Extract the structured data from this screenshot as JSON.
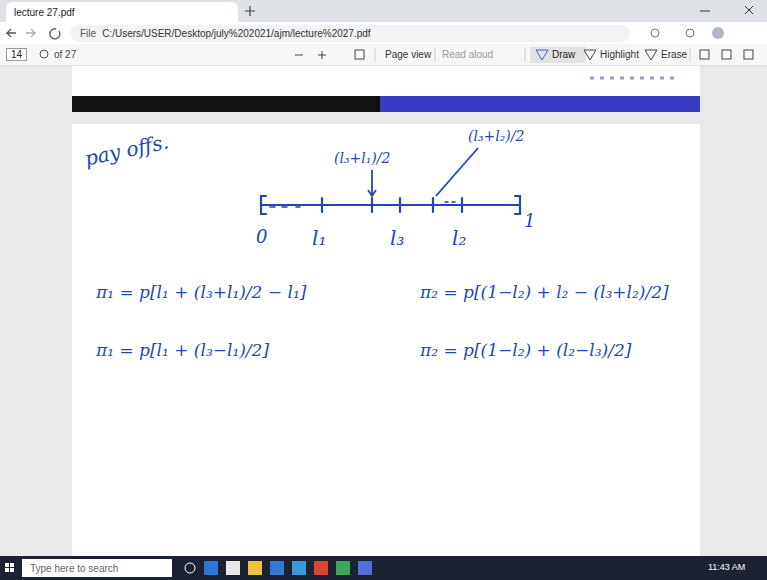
{
  "diagram": {
    "nodes": [
      {
        "text": [
          "lecture 27.pdf"
        ]
      },
      {
        "text": [
          "File",
          "C:/Users/USER/Desktop/july%202021/ajm/lecture%2027.pdf"
        ]
      },
      {
        "text": [
          "Type here to search"
        ]
      }
    ],
    "labels": [
      "pay offs.",
      "(l₃+l₁)/2",
      "(l₃+l₂)/2",
      "0",
      "1",
      "l₁",
      "l₃",
      "l₂",
      "π₁ = p[l₁ + (l₃+l₁)/2 − l₁]",
      "π₂ = p[(1−l₂) + l₂ − (l₃+l₂)/2]",
      "π₁ = p[l₁ + (l₃−l₁)/2]",
      "π₂ = p[(1−l₂) + (l₂−l₃)/2]",
      "14",
      "of 27",
      "Page view",
      "Read aloud",
      "Draw",
      "Highlight",
      "Erase",
      "11:43 AM"
    ]
  }
}
